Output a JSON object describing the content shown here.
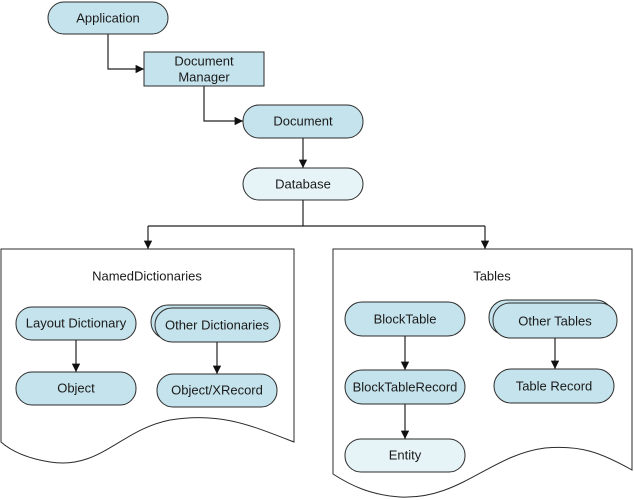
{
  "colors": {
    "node_fill": "#c5e3ec",
    "node_fill_light": "#e6f3f7",
    "stroke": "#2b2b2b"
  },
  "nodes": {
    "application": "Application",
    "document_manager": [
      "Document",
      "Manager"
    ],
    "document": "Document",
    "database": "Database"
  },
  "named_dictionaries": {
    "title": "NamedDictionaries",
    "layout_dictionary": "Layout Dictionary",
    "other_dictionaries": "Other Dictionaries",
    "object": "Object",
    "object_xrecord": "Object/XRecord"
  },
  "tables": {
    "title": "Tables",
    "block_table": "BlockTable",
    "other_tables": "Other Tables",
    "block_table_record": "BlockTableRecord",
    "table_record": "Table Record",
    "entity": "Entity"
  }
}
